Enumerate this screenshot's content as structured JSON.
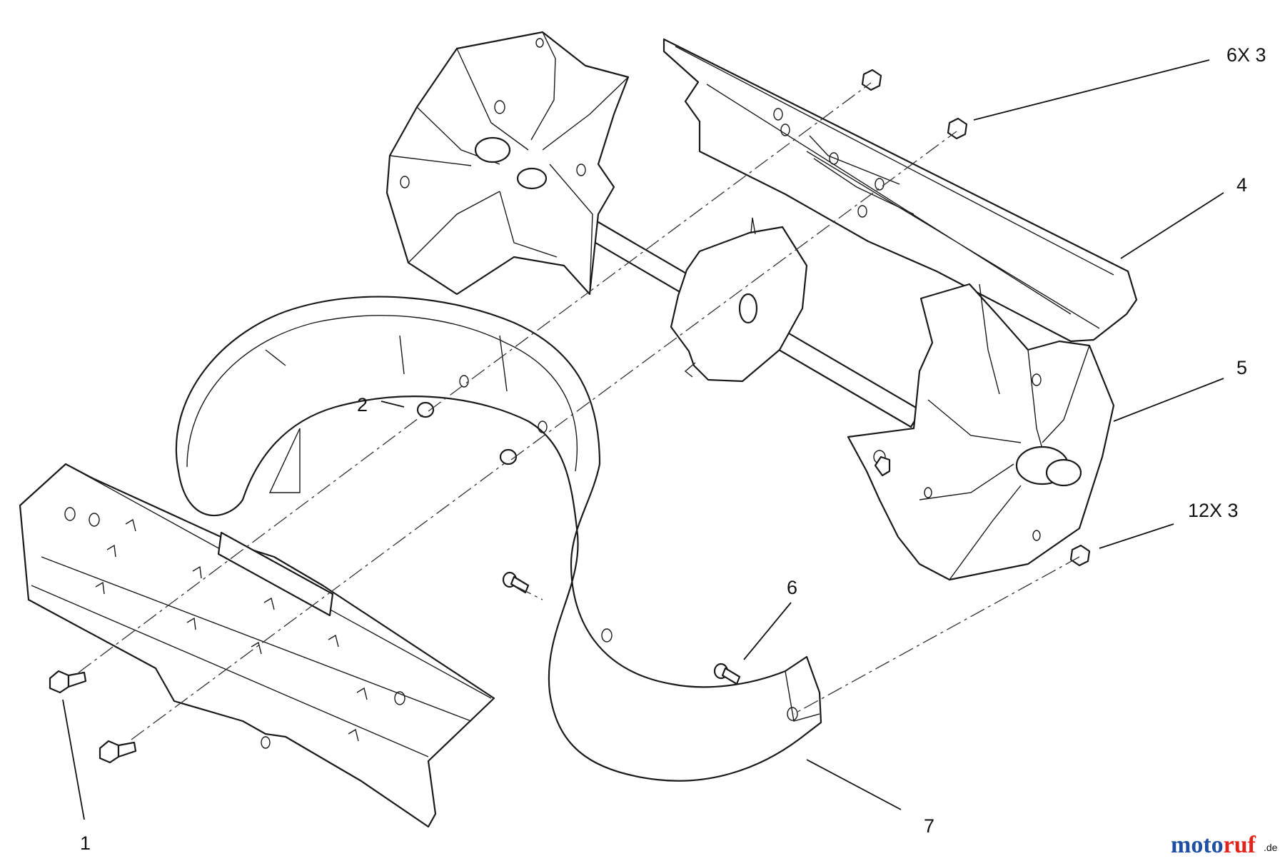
{
  "diagram": {
    "callouts": [
      {
        "id": "1",
        "label": "1"
      },
      {
        "id": "2",
        "label": "2"
      },
      {
        "id": "4",
        "label": "4"
      },
      {
        "id": "5",
        "label": "5"
      },
      {
        "id": "6",
        "label": "6"
      },
      {
        "id": "7",
        "label": "7"
      },
      {
        "id": "6x3",
        "label": "6X 3"
      },
      {
        "id": "12x3",
        "label": "12X 3"
      }
    ],
    "watermark": {
      "brand_left": "moto",
      "brand_right": "ruf",
      "suffix": ".de",
      "colors": {
        "left": "#1f4fa3",
        "right": "#e2231a",
        "suffix": "#555555"
      }
    }
  }
}
